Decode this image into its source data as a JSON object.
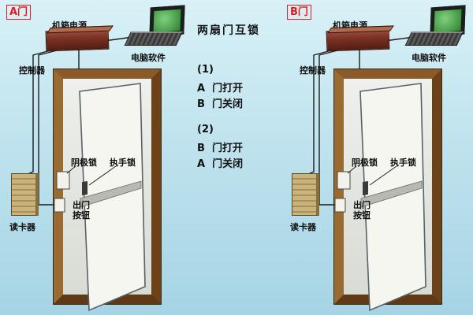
{
  "colors": {
    "bg_top": "#d9f1f7",
    "bg_bottom": "#a6d4e5",
    "tag_red": "#e31b1e",
    "frame_brown": "#8a5a2a",
    "power_dark": "#7a3224",
    "reader_tan": "#c9b47e",
    "screen_green": "#2e7f2e",
    "wire_black": "#1c1c1c"
  },
  "center": {
    "title": "两扇门互锁",
    "case1_num": "(1)",
    "case1_line1": "A  门打开",
    "case1_line2": "B  门关闭",
    "case2_num": "(2)",
    "case2_line1": "B  门打开",
    "case2_line2": "A  门关闭"
  },
  "doors": [
    {
      "tag": "A门",
      "power_supply": "机箱电源",
      "software": "电脑软件",
      "controller": "控制器",
      "cathode_lock": "阴极锁",
      "handle_lock": "执手锁",
      "card_reader": "读卡器",
      "exit_button_line1": "出门",
      "exit_button_line2": "按钮"
    },
    {
      "tag": "B门",
      "power_supply": "机箱电源",
      "software": "电脑软件",
      "controller": "控制器",
      "cathode_lock": "阴极锁",
      "handle_lock": "执手锁",
      "card_reader": "读卡器",
      "exit_button_line1": "出门",
      "exit_button_line2": "按钮"
    }
  ]
}
